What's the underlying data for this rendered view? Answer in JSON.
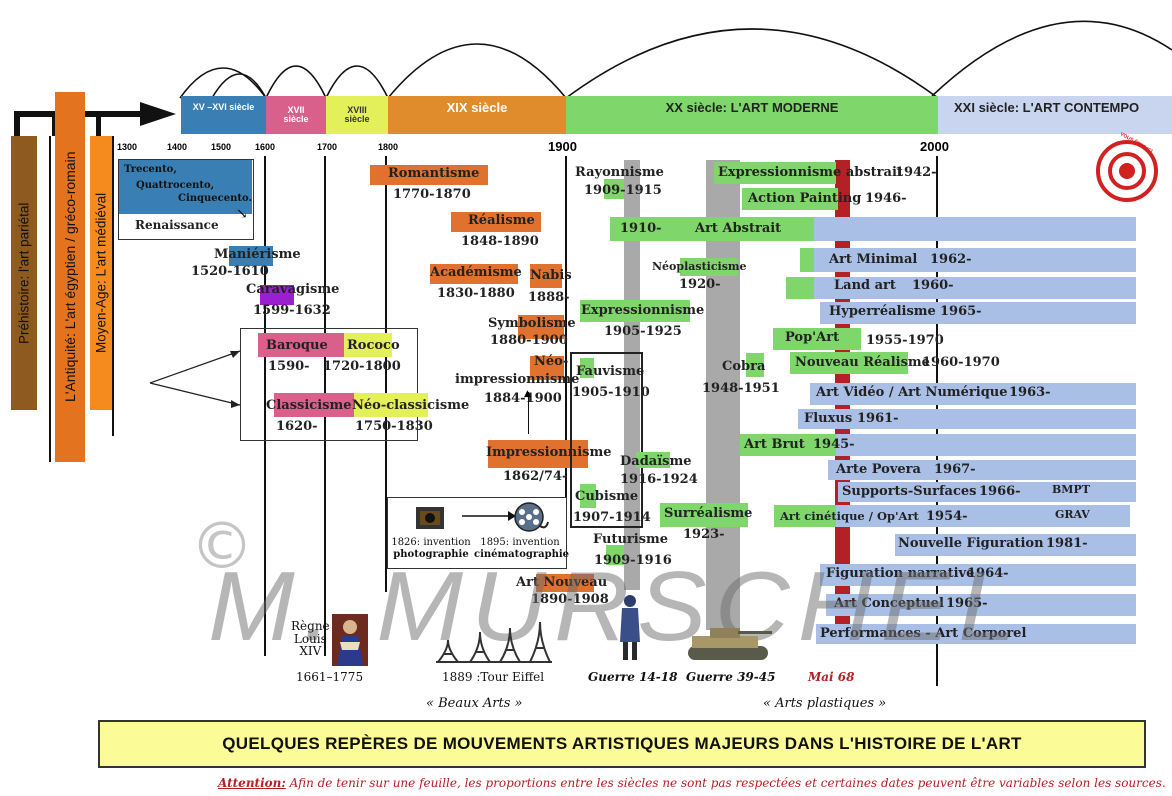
{
  "sides": {
    "prehistoire": "Préhistoire: l'art pariétal",
    "antiquite": "L'Antiquité: L'art égyptien / gréco-romain",
    "moyen_age": "Moyen-Age: L'art médiéval"
  },
  "centuries": {
    "c15_16": "XV –XVI siècle",
    "c17": "XVII siècle",
    "c18": "XVIII siècle",
    "c19": "XIX siècle",
    "c20": "XX siècle: L'ART MODERNE",
    "c21": "XXI siècle: L'ART CONTEMPO"
  },
  "ticks": {
    "t1300": "1300",
    "t1400": "1400",
    "t1500": "1500",
    "t1600": "1600",
    "t1700": "1700",
    "t1800": "1800",
    "t1900": "1900",
    "t2000": "2000"
  },
  "renaissance": {
    "trecento": "Trecento,",
    "quattrocento": "Quattrocento,",
    "cinquecento": "Cinquecento.",
    "label": "Renaissance"
  },
  "movements": {
    "manierisme": "Maniérisme",
    "manierisme_d": "1520-1610",
    "caravagisme": "Caravagisme",
    "caravagisme_d": "1599-1632",
    "baroque": "Baroque",
    "baroque_d": "1590-",
    "rococo": "Rococo",
    "rococo_d": "1720-1800",
    "classicisme": "Classicisme",
    "classicisme_d": "1620-",
    "neoclassicisme": "Néo-classicisme",
    "neoclassicisme_d": "1750-1830",
    "romantisme": "Romantisme",
    "romantisme_d": "1770-1870",
    "realisme": "Réalisme",
    "realisme_d": "1848-1890",
    "academisme": "Académisme",
    "academisme_d": "1830-1880",
    "nabis": "Nabis",
    "nabis_d": "1888-",
    "symbolisme": "Symbolisme",
    "symbolisme_d": "1880-1900",
    "neoimpr1": "Néo-",
    "neoimpr2": "impressionnisme",
    "neoimpr_d": "1884-1900",
    "impressionnisme": "Impressionnisme",
    "impressionnisme_d": "1862/74-",
    "artnouveau": "Art Nouveau",
    "artnouveau_d": "1890-1908",
    "rayonnisme": "Rayonnisme",
    "rayonnisme_d": "1909-1915",
    "abstrait_d": "1910-",
    "abstrait": "Art Abstrait",
    "neoplast": "Néoplasticisme",
    "neoplast_d": "1920-",
    "expressionnisme": "Expressionnisme",
    "expressionnisme_d": "1905-1925",
    "fauvisme": "Fauvisme",
    "fauvisme_d": "1905-1910",
    "dadaisme": "Dadaïsme",
    "dadaisme_d": "1916-1924",
    "cubisme": "Cubisme",
    "cubisme_d": "1907-1914",
    "surrealisme": "Surréalisme",
    "surrealisme_d": "1923-",
    "futurisme": "Futurisme",
    "futurisme_d": "1909-1916",
    "cobra": "Cobra",
    "cobra_d": "1948-1951",
    "expr_abstrait": "Expressionnisme abstrait",
    "expr_abstrait_d": "1942-",
    "action": "Action Painting",
    "action_d": "1946-",
    "minimal": "Art Minimal",
    "minimal_d": "1962-",
    "landart": "Land art",
    "landart_d": "1960-",
    "hyper": "Hyperréalisme",
    "hyper_d": "1965-",
    "popart": "Pop'Art",
    "popart_d": "1955-1970",
    "nouveau_real": "Nouveau Réalisme",
    "nouveau_real_d": "1960-1970",
    "video": "Art Vidéo / Art Numérique",
    "video_d": "1963-",
    "fluxus": "Fluxus",
    "fluxus_d": "1961-",
    "artbrut": "Art Brut",
    "artbrut_d": "1945-",
    "povera": "Arte Povera",
    "povera_d": "1967-",
    "supports": "Supports-Surfaces",
    "supports_d": "1966-",
    "bmpt": "BMPT",
    "cinetique": "Art cinétique / Op'Art",
    "cinetique_d": "1954-",
    "grav": "GRAV",
    "nouvfig": "Nouvelle Figuration",
    "nouvfig_d": "1981-",
    "narrative": "Figuration narrative",
    "narrative_d": "1964-",
    "conceptuel": "Art Conceptuel",
    "conceptuel_d": "1965-",
    "performances": "Performances - Art Corporel"
  },
  "invention": {
    "photo_year": "1826",
    "photo_l1": ": invention",
    "photo_l2": "photographie",
    "cine_year": "1895",
    "cine_l1": ": invention",
    "cine_l2": "cinématographie"
  },
  "events": {
    "regne1": "Règne",
    "regne2": "Louis",
    "regne3": "XIV",
    "regne_d": "1661–1775",
    "eiffel": "1889 :Tour Eiffel",
    "guerre1418": "Guerre 14-18",
    "guerre3945": "Guerre 39-45",
    "mai68": "Mai 68"
  },
  "vous_etes_ici": "VOUS ÊTES ICI",
  "section_beaux_arts": "« Beaux Arts »",
  "section_arts_plastiques": "« Arts plastiques »",
  "title": "QUELQUES REPÈRES DE MOUVEMENTS ARTISTIQUES MAJEURS DANS L'HISTOIRE DE L'ART",
  "attention_label": "Attention:",
  "attention_text": " Afin de tenir sur une feuille, les proportions entre les siècles ne sont pas respectées et certaines dates peuvent être variables selon les sources.",
  "watermark": "M. MURSCHEL",
  "copyright": "©",
  "colors": {
    "orange": "#e0712f",
    "green": "#7fd66a",
    "blue": "#a9bfe6",
    "pink": "#d9608a",
    "yellow": "#e4f05a",
    "steel": "#3a7fb3",
    "purple": "#9b1fd1",
    "darkred": "#b32025"
  }
}
